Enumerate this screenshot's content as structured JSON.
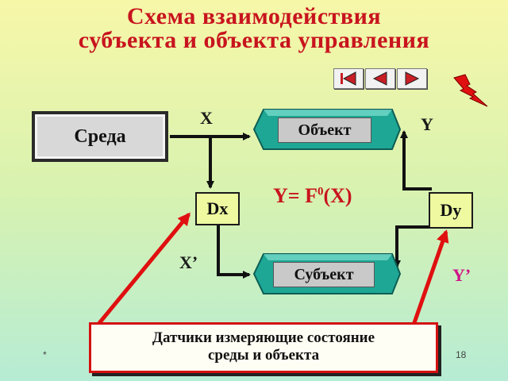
{
  "title": {
    "line1": "Схема взаимодействия",
    "line2": "субъекта и объекта управления"
  },
  "nav": {
    "first_icon": "skip-back-icon",
    "prev_icon": "triangle-left-icon",
    "next_icon": "triangle-right-icon",
    "return_icon": "lightning-return-icon"
  },
  "nodes": {
    "environment": "Среда",
    "object": "Объект",
    "subject": "Субъект",
    "dx": "Dx",
    "dy": "Dy"
  },
  "labels": {
    "x": "X",
    "y": "Y",
    "x_prime": "X’",
    "y_prime": "Y’",
    "formula_main": "Y= F",
    "formula_sup": "0",
    "formula_tail": "(X)"
  },
  "sensors_box": {
    "line1": "Датчики измеряющие состояние",
    "line2": "среды и объекта"
  },
  "footer": {
    "left": "*",
    "page": "18"
  },
  "colors": {
    "title": "#c8141e",
    "arrow_red": "#e01010",
    "teal": "#1ea795",
    "sensor_box_border": "#d41111",
    "y_prime": "#d01488"
  }
}
